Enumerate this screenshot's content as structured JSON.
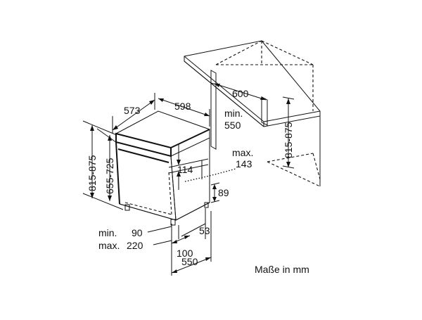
{
  "dimensions": {
    "depth_573": "573",
    "width_598": "598",
    "niche_width_600": "600",
    "niche_min_label": "min.",
    "niche_min_550": "550",
    "niche_height_815_875": "815-875",
    "height_815_875": "815-875",
    "height_655_725": "655-725",
    "toe_kick_114": "114",
    "max_label": "max.",
    "max_143": "143",
    "foot_89": "89",
    "min_label": "min.",
    "min_90": "90",
    "max_label_2": "max.",
    "max_220": "220",
    "foot_53": "53",
    "depth_100": "100",
    "depth_550": "550"
  },
  "unit_note": "Maße in mm"
}
